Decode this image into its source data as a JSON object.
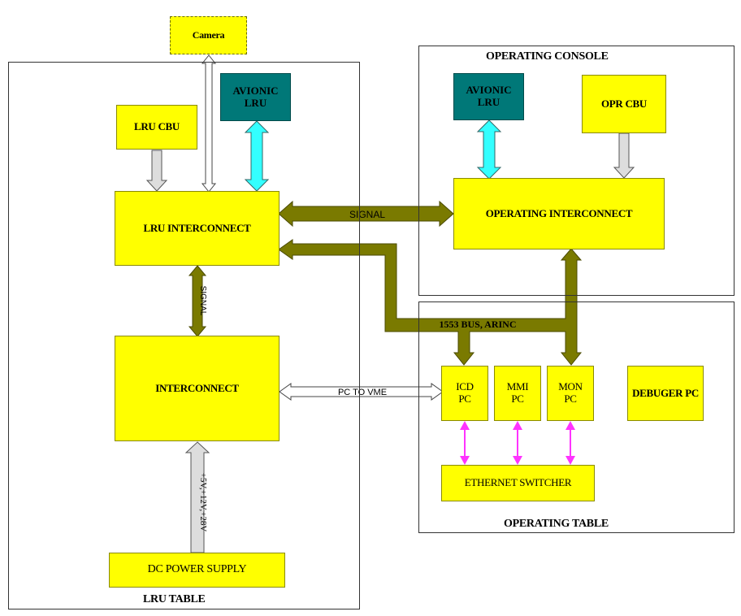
{
  "regions": {
    "lru_table": "LRU TABLE",
    "operating_console": "OPERATING CONSOLE",
    "operating_table": "OPERATING TABLE"
  },
  "blocks": {
    "camera": "Camera",
    "lru_cbu": "LRU CBU",
    "avionic_lru_left": "AVIONIC\nLRU",
    "lru_interconnect": "LRU INTERCONNECT",
    "interconnect": "INTERCONNECT",
    "dc_power_supply": "DC POWER SUPPLY",
    "avionic_lru_right": "AVIONIC\nLRU",
    "opr_cbu": "OPR CBU",
    "operating_interconnect": "OPERATING INTERCONNECT",
    "icd_pc": "ICD\nPC",
    "mmi_pc": "MMI\nPC",
    "mon_pc": "MON\nPC",
    "debuger_pc": "DEBUGER PC",
    "ethernet_switcher": "ETHERNET SWITCHER"
  },
  "links": {
    "signal_horizontal": "SIGNAL",
    "signal_vertical": "SIGNAL",
    "bus": "1553 BUS, ARINC",
    "pc_to_vme": "PC TO VME",
    "power": "+5V,+12V,+28V"
  },
  "colors": {
    "block_fill": "#ffff00",
    "avionic_fill": "#007878",
    "bus_arrow": "#7a7a00",
    "cyan_arrow": "#33ffff",
    "magenta_arrow": "#ff33ff",
    "grey_arrow": "#dddddd"
  }
}
